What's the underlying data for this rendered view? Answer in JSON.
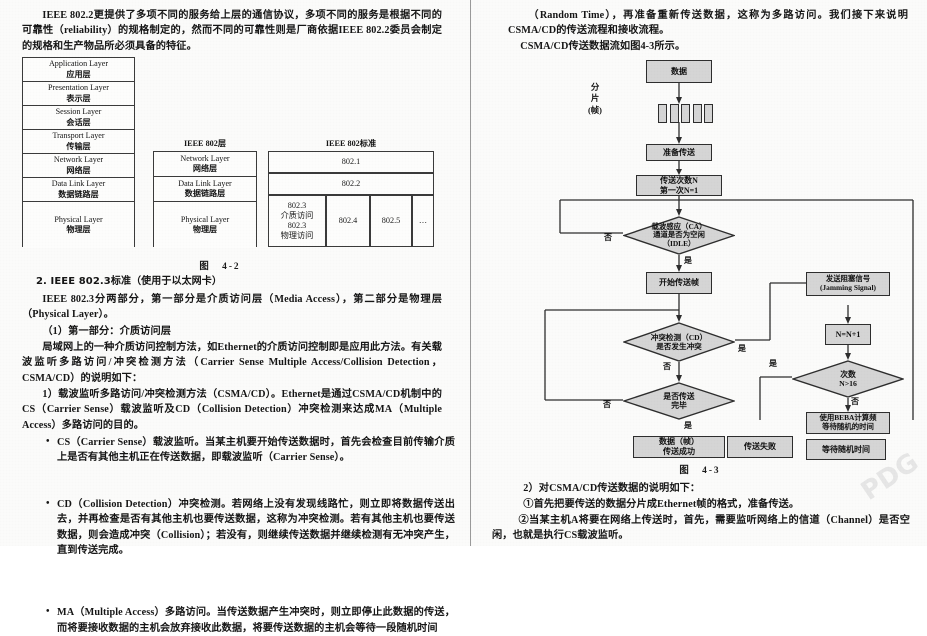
{
  "document": {
    "left_page": {
      "paragraphs": [
        "IEEE 802.2更提供了多项不同的服务给上层的通信协议，多项不同的服务是根据不同的可靠性（reliability）的规格制定的，然而不同的可靠性则是厂商依据IEEE 802.2委员会制定的规格和生产物品所必须具备的特征。",
        "IEEE 802.3分两部分，第一部分是介质访问层（Media Access），第二部分是物理层（Physical Layer）。",
        "（1）第一部分：介质访问层",
        "局域网上的一种介质访问控制方法，如Ethernet的介质访问控制即是应用此方法。有关载波监听多路访问/冲突检测方法（Carrier Sense Multiple Access/Collision Detection，CSMA/CD）的说明如下：",
        "1）载波监听多路访问/冲突检测方法（CSMA/CD）。Ethernet是通过CSMA/CD机制中的CS（Carrier Sense）载波监听及CD（Collision Detection）冲突检测来达成MA（Multiple Access）多路访问的目的。"
      ],
      "section_heading": "2. IEEE 802.3标准（使用于以太网卡）",
      "bullets": [
        "CS（Carrier Sense）载波监听。当某主机要开始传送数据时，首先会检查目前传输介质上是否有其他主机正在传送数据，即载波监听（Carrier Sense）。",
        "CD（Collision Detection）冲突检测。若网络上没有发现线路忙，则立即将数据传送出去，并再检查是否有其他主机也要传送数据，这称为冲突检测。若有其他主机也要传送数据，则会造成冲突（Collision）；若没有，则继续传送数据并继续检测有无冲突产生，直到传送完成。",
        "MA（Multiple Access）多路访问。当传送数据产生冲突时，则立即停止此数据的传送，而将要接收数据的主机会放弃接收此数据，将要传送数据的主机会等待一段随机时间"
      ],
      "figure_4_2": {
        "caption": "图　4-2",
        "osi_column": {
          "layers": [
            {
              "en": "Application Layer",
              "zh": "应用层"
            },
            {
              "en": "Presentation Layer",
              "zh": "表示层"
            },
            {
              "en": "Session Layer",
              "zh": "会话层"
            },
            {
              "en": "Transport Layer",
              "zh": "传输层"
            },
            {
              "en": "Network Layer",
              "zh": "网络层"
            },
            {
              "en": "Data Link Layer",
              "zh": "数据链路层"
            },
            {
              "en": "Physical Layer",
              "zh": "物理层"
            }
          ]
        },
        "ieee802_column": {
          "title": "IEEE 802层",
          "layers": [
            {
              "en": "Network Layer",
              "zh": "网络层"
            },
            {
              "en": "Data Link Layer",
              "zh": "数据链路层"
            },
            {
              "en": "Physical Layer",
              "zh": "物理层"
            }
          ]
        },
        "ieee802_standard": {
          "title": "IEEE 802标准",
          "row1": "802.1",
          "row2": "802.2",
          "row3": [
            "802.3\n介质访问\n802.3\n物理访问",
            "802.4",
            "802.5",
            "…"
          ]
        }
      }
    },
    "right_page": {
      "paragraphs": [
        "（Random Time），再准备重新传送数据，这称为多路访问。我们接下来说明CSMA/CD的传送流程和接收流程。",
        "CSMA/CD传送数据流如图4-3所示。",
        "2）对CSMA/CD传送数据的说明如下：",
        "①首先把要传送的数据分片成Ethernet帧的格式，准备传送。",
        "②当某主机A将要在网络上传送时，首先，需要监听网络上的信道（Channel）是否空闲，也就是执行CS载波监听。"
      ],
      "figure_4_3": {
        "caption": "图　4-3",
        "nodes": {
          "data": "数据",
          "fragment_label": "分\n片",
          "frame_label": "(帧)",
          "prepare": "准备传送",
          "count": "传送次数N\n第一次N=1",
          "carrier_sense": "载波感应（CA）\n通道是否为空闲\n（IDLE）",
          "start_send": "开始传送帧",
          "collision_detect": "冲突检测（CD）\n是否发生冲突",
          "send_done": "是否传送\n完毕",
          "success": "数据（帧）\n传送成功",
          "jamming": "发送阻塞信号\n(Jamming Signal)",
          "increment": "N=N+1",
          "retry_count": "次数\nN>16",
          "beba": "使用BEBA计算频\n等待随机的时间",
          "wait_random": "等待随机时间",
          "fail": "传送失败"
        },
        "edge_labels": {
          "no": "否",
          "yes": "是"
        }
      }
    }
  },
  "watermark": {
    "text": "PDG"
  },
  "colors": {
    "paper": "#fbfbfa",
    "ink": "#161616",
    "node_fill": "#d5d5d5",
    "node_border": "#2e2e2e",
    "rule": "#3b3b3b"
  }
}
